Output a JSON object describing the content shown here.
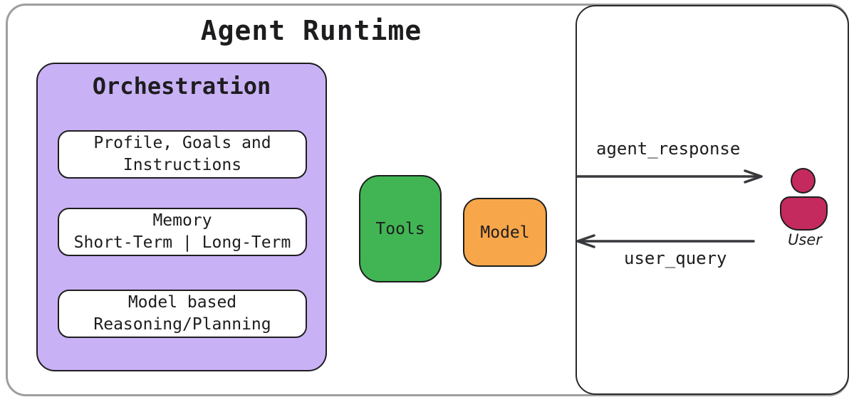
{
  "diagram": {
    "title": "Agent Runtime",
    "orchestration": {
      "title": "Orchestration",
      "items": [
        {
          "line1": "Profile, Goals and",
          "line2": "Instructions"
        },
        {
          "line1": "Memory",
          "line2": "Short-Term | Long-Term"
        },
        {
          "line1": "Model based",
          "line2": "Reasoning/Planning"
        }
      ]
    },
    "tools_label": "Tools",
    "model_label": "Model",
    "interaction": {
      "agent_response_label": "agent_response",
      "user_query_label": "user_query",
      "user_label": "User"
    },
    "colors": {
      "orchestration_fill": "#c9b1f6",
      "tools_fill": "#41b554",
      "model_fill": "#f8a64a",
      "user_fill": "#c42a5e",
      "arrow_stroke": "#37393c"
    }
  }
}
